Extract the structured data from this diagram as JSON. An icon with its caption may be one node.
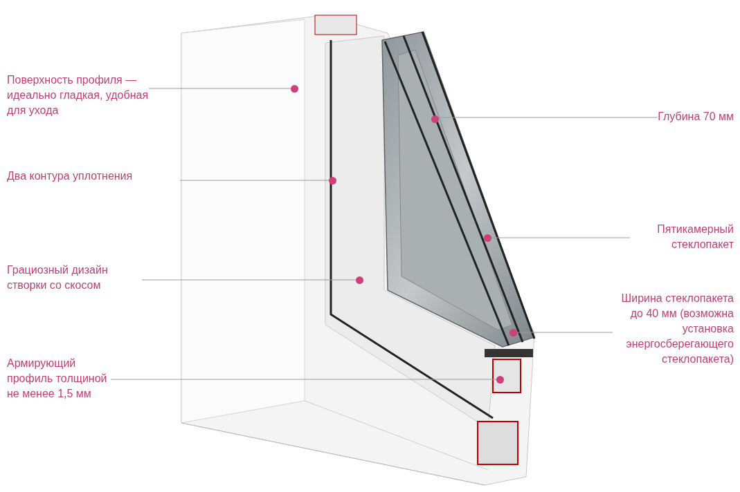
{
  "diagram": {
    "nodes": [
      {
        "text": [
          "Поверхность профиля — идеально гладкая, удобная для ухода"
        ]
      },
      {
        "text": [],
        "shape": "circle"
      },
      {
        "text": [
          "Два контура уплотнения"
        ]
      },
      {
        "text": [],
        "shape": "circle"
      },
      {
        "text": [
          "Грациозный дизайн створки со скосом"
        ]
      },
      {
        "text": [],
        "shape": "circle"
      },
      {
        "text": [
          "Армирующий профиль толщиной не менее 1,5 мм"
        ]
      },
      {
        "text": [],
        "shape": "circle"
      },
      {
        "text": [
          "Глубина 70 мм"
        ]
      },
      {
        "text": [],
        "shape": "circle"
      },
      {
        "text": [
          "Пятикамерный стеклопакет"
        ]
      },
      {
        "text": [],
        "shape": "circle"
      },
      {
        "text": [
          "Ширина стеклопакета до 40 мм (возможна установка энергосберегающего стеклопакета)"
        ]
      },
      {
        "text": [],
        "shape": "circle"
      }
    ],
    "edges": [
      {
        "from": 0,
        "to": 1,
        "arrow": "none"
      },
      {
        "from": 2,
        "to": 3,
        "arrow": "none"
      },
      {
        "from": 4,
        "to": 5,
        "arrow": "none"
      },
      {
        "from": 6,
        "to": 7,
        "arrow": "none"
      },
      {
        "from": 8,
        "to": 9,
        "arrow": "none"
      },
      {
        "from": 10,
        "to": 11,
        "arrow": "none"
      },
      {
        "from": 12,
        "to": 13,
        "arrow": "none"
      }
    ]
  }
}
